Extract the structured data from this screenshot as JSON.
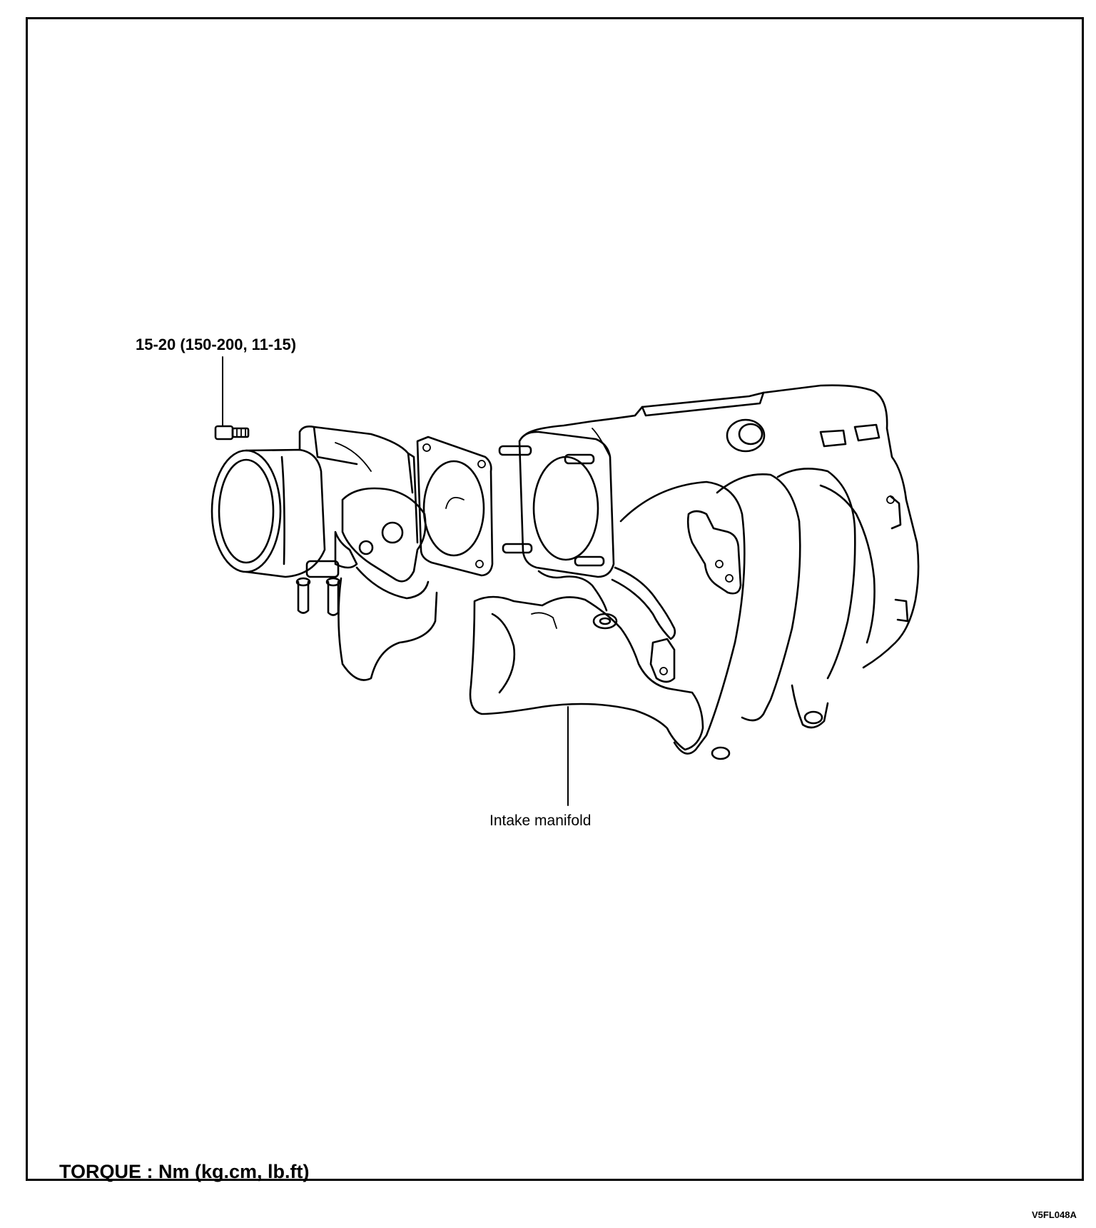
{
  "diagram": {
    "callouts": {
      "bolt_torque": "15-20 (150-200, 11-15)",
      "manifold": "Intake manifold"
    },
    "footer": {
      "torque_units": "TORQUE : Nm (kg.cm, lb.ft)"
    },
    "figure_code": "V5FL048A"
  }
}
